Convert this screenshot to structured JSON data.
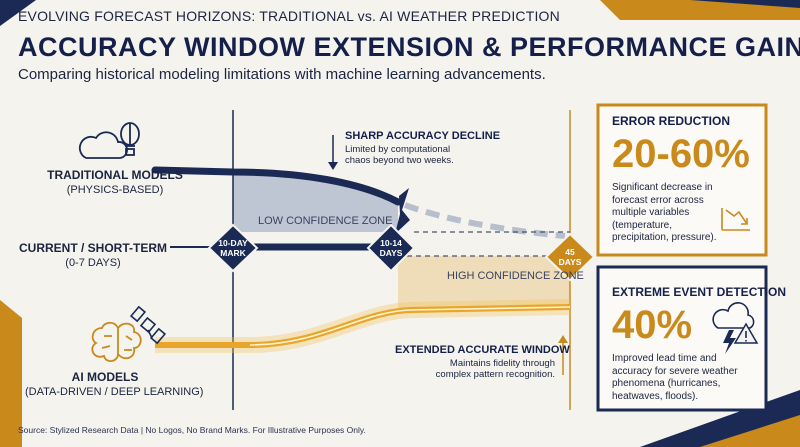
{
  "header": {
    "eyebrow": "EVOLVING FORECAST HORIZONS: TRADITIONAL vs. AI WEATHER PREDICTION",
    "title": "ACCURACY WINDOW EXTENSION & PERFORMANCE GAINS",
    "subtitle": "Comparing historical modeling limitations with machine learning advancements."
  },
  "rows": {
    "traditional": {
      "title": "TRADITIONAL MODELS",
      "sub": "(PHYSICS-BASED)"
    },
    "current": {
      "title": "CURRENT / SHORT-TERM",
      "sub": "(0-7 DAYS)"
    },
    "ai": {
      "title": "AI MODELS",
      "sub": "(DATA-DRIVEN / DEEP LEARNING)"
    }
  },
  "markers": {
    "m10": {
      "line1": "10-DAY",
      "line2": "MARK"
    },
    "m1014": {
      "line1": "10-14",
      "line2": "DAYS"
    },
    "m45": {
      "line1": "45",
      "line2": "DAYS"
    }
  },
  "annotations": {
    "decline": {
      "title": "SHARP ACCURACY DECLINE",
      "body": "Limited by computational chaos beyond two weeks."
    },
    "extended": {
      "title": "EXTENDED ACCURATE WINDOW",
      "body": "Maintains fidelity through complex pattern recognition."
    }
  },
  "zones": {
    "low": "LOW CONFIDENCE ZONE",
    "high": "HIGH CONFIDENCE ZONE"
  },
  "cards": {
    "error": {
      "title": "ERROR REDUCTION",
      "value": "20-60%",
      "body": "Significant decrease in forecast error across multiple variables (temperature, precipitation, pressure)."
    },
    "extreme": {
      "title": "EXTREME EVENT DETECTION",
      "value": "40%",
      "body": "Improved lead time and accuracy for severe weather phenomena (hurricanes, heatwaves, floods)."
    }
  },
  "footer": "Source: Stylized Research Data | No Logos, No Brand Marks. For Illustrative Purposes Only.",
  "colors": {
    "navy": "#1b2a55",
    "gold": "#c98a1b",
    "amber": "#e9b040",
    "background": "#f4f3ee"
  }
}
